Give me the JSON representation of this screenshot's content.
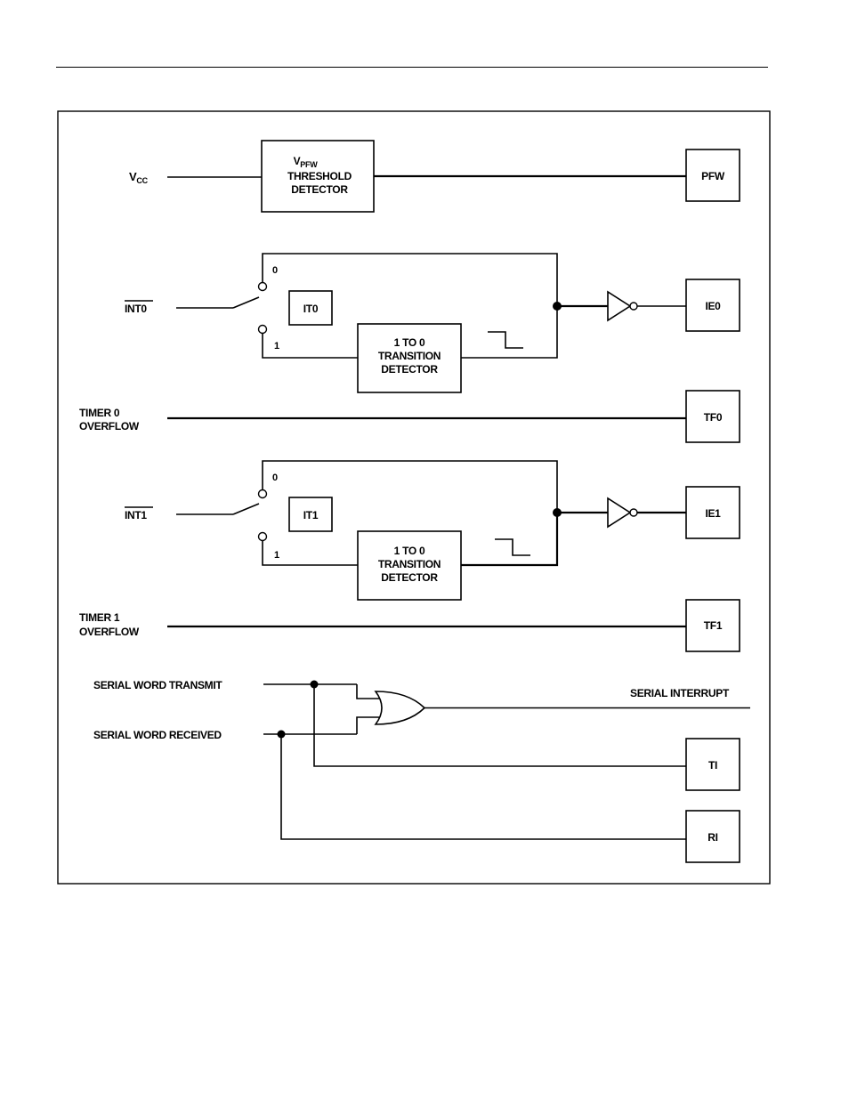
{
  "labels": {
    "vcc": "V",
    "vcc_sub": "CC",
    "vpfw_v": "V",
    "vpfw_sub": "PFW",
    "threshold": "THRESHOLD",
    "detector": "DETECTOR",
    "pfw": "PFW",
    "int0": "INT0",
    "it0": "IT0",
    "sel0_top": "0",
    "sel0_bottom": "1",
    "td0_line1": "1 TO 0",
    "td0_line2": "TRANSITION",
    "td0_line3": "DETECTOR",
    "ie0": "IE0",
    "timer0_line1": "TIMER 0",
    "timer0_line2": "OVERFLOW",
    "tf0": "TF0",
    "int1": "INT1",
    "it1": "IT1",
    "sel1_top": "0",
    "sel1_bottom": "1",
    "td1_line1": "1 TO 0",
    "td1_line2": "TRANSITION",
    "td1_line3": "DETECTOR",
    "ie1": "IE1",
    "timer1_line1": "TIMER 1",
    "timer1_line2": "OVERFLOW",
    "tf1": "TF1",
    "serial_tx": "SERIAL WORD TRANSMIT",
    "serial_rx": "SERIAL WORD RECEIVED",
    "serial_interrupt": "SERIAL INTERRUPT",
    "ti": "TI",
    "ri": "RI"
  }
}
